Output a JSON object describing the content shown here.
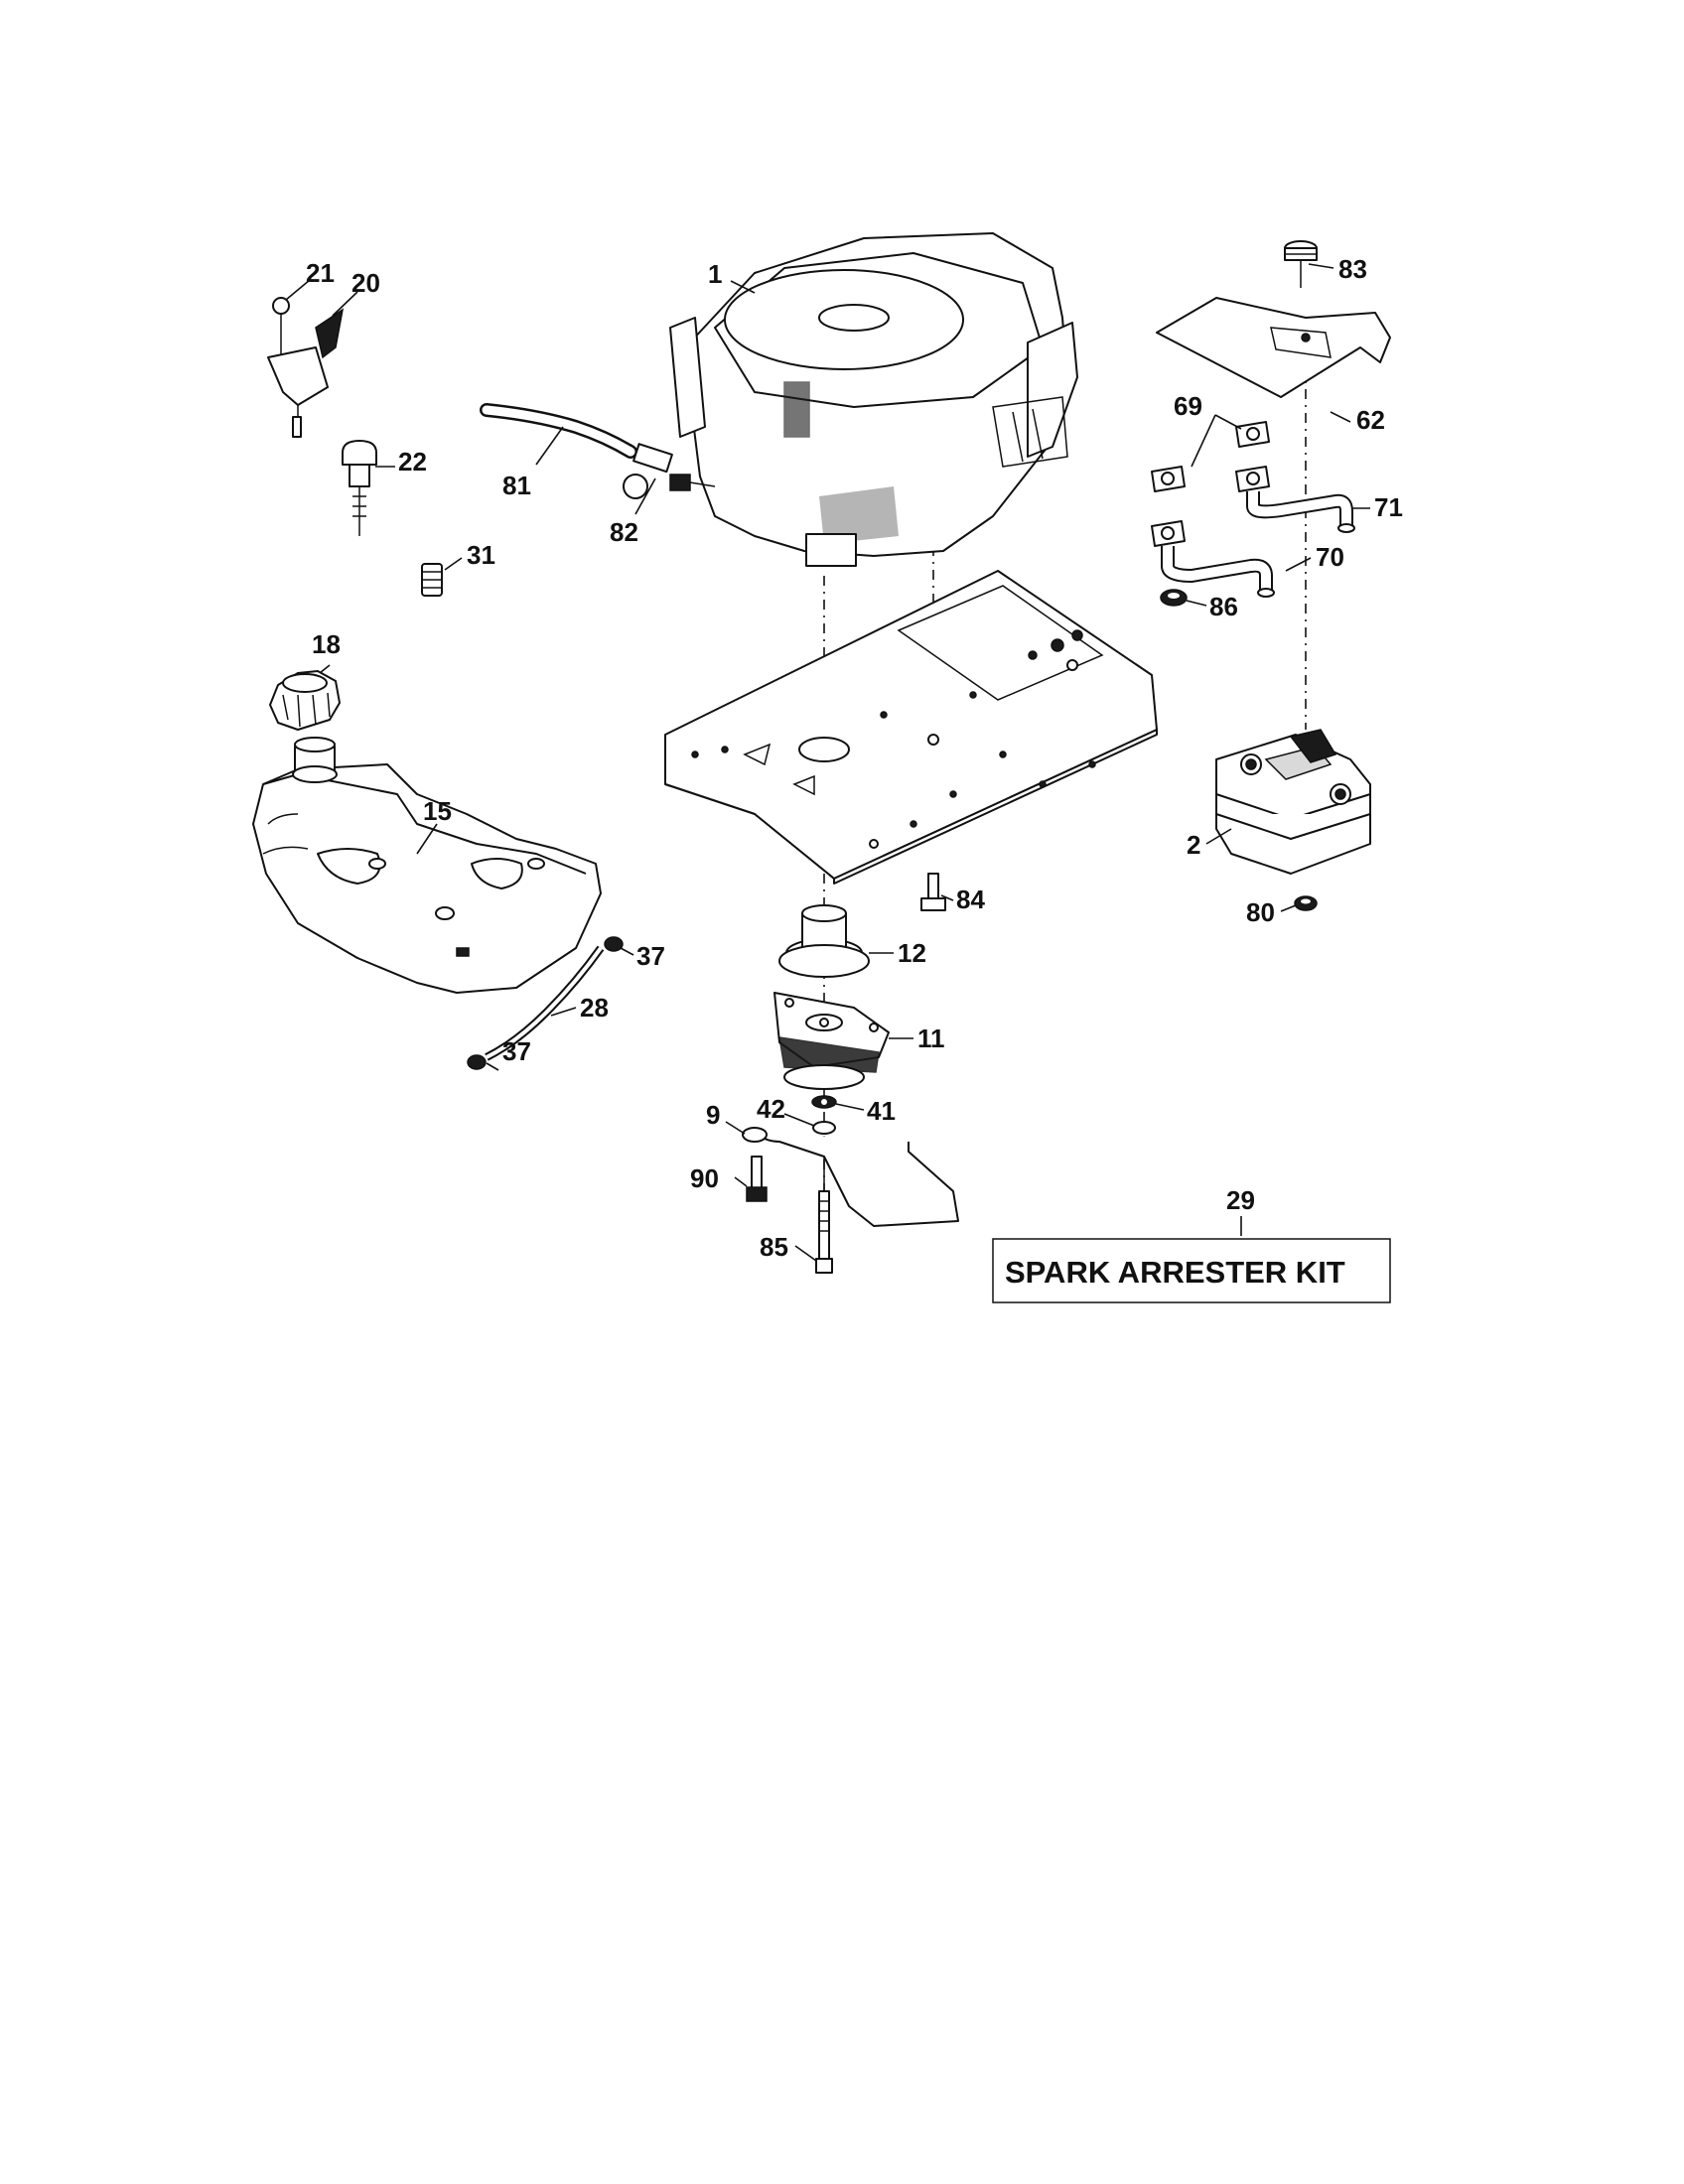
{
  "labels": {
    "p1": "1",
    "p2": "2",
    "p9": "9",
    "p11": "11",
    "p12": "12",
    "p15": "15",
    "p18": "18",
    "p20": "20",
    "p21": "21",
    "p22": "22",
    "p28": "28",
    "p29": "29",
    "p31": "31",
    "p37a": "37",
    "p37b": "37",
    "p41": "41",
    "p42": "42",
    "p62": "62",
    "p69": "69",
    "p70": "70",
    "p71": "71",
    "p80": "80",
    "p81": "81",
    "p82": "82",
    "p83": "83",
    "p84": "84",
    "p85": "85",
    "p86": "86",
    "p90": "90"
  },
  "kit": {
    "text": "SPARK ARRESTER KIT"
  },
  "icons": [
    "engine-icon",
    "fuel-tank-icon",
    "muffler-icon",
    "chassis-frame-icon",
    "pto-clutch-icon",
    "pulley-icon"
  ]
}
